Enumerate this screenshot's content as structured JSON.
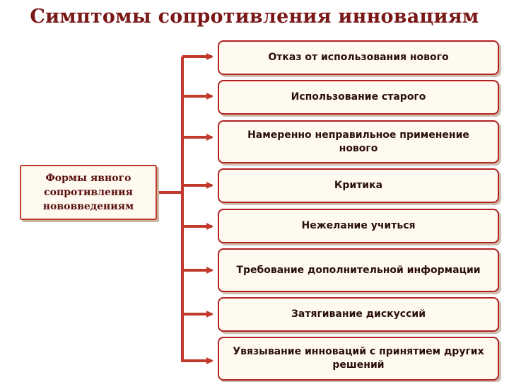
{
  "title": "Симптомы сопротивления инновациям",
  "source": {
    "label": "Формы явного\nсопротивления\nнововведениям"
  },
  "items": [
    {
      "label": "Отказ от использования нового"
    },
    {
      "label": "Использование старого"
    },
    {
      "label": "Намеренно неправильное применение нового"
    },
    {
      "label": "Критика"
    },
    {
      "label": "Нежелание учиться"
    },
    {
      "label": "Требование дополнительной информации"
    },
    {
      "label": "Затягивание дискуссий"
    },
    {
      "label": "Увязывание инноваций с принятием других решений"
    }
  ],
  "colors": {
    "title": "#7a1818",
    "connector": "#c0392b",
    "box_border": "#b22222",
    "box_fill": "#fffaf0"
  }
}
